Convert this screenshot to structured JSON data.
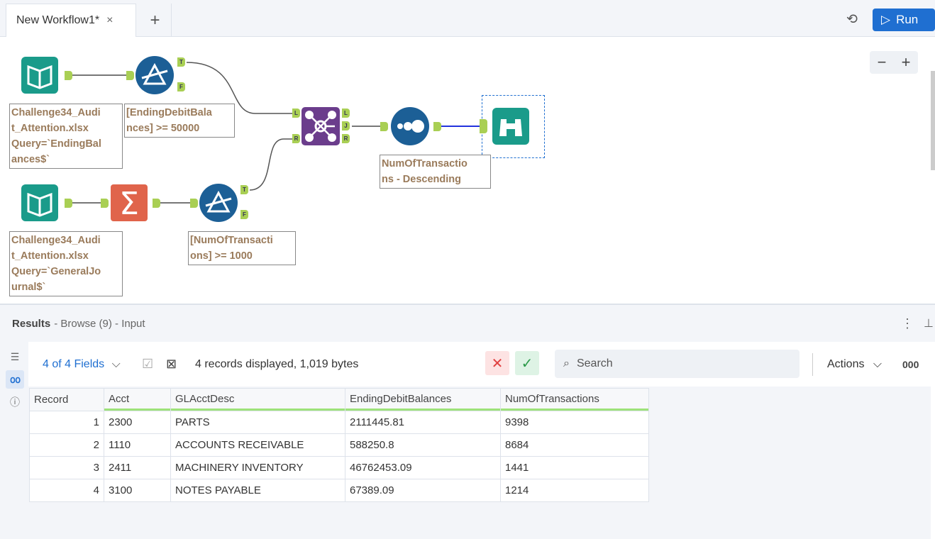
{
  "tabs": {
    "active": "New Workflow1*",
    "close": "×",
    "add": "+"
  },
  "header": {
    "run_label": "Run",
    "history_icon": "history-icon"
  },
  "canvas": {
    "zoom_out": "−",
    "zoom_in": "+",
    "annotations": {
      "input1": "Challenge34_Audi\nt_Attention.xlsx\nQuery=`EndingBal\nances$`",
      "filter1": "[EndingDebitBala\nnces] >= 50000",
      "input2": "Challenge34_Audi\nt_Attention.xlsx\nQuery=`GeneralJo\nurnal$`",
      "filter2": "[NumOfTransacti\nons] >= 1000",
      "sort": "NumOfTransactio\nns - Descending"
    },
    "anchors": {
      "t": "T",
      "f": "F",
      "l": "L",
      "j": "J",
      "r": "R"
    },
    "colors": {
      "input": "#1a9b8a",
      "filter": "#1c5f96",
      "summarize": "#e0644b",
      "join": "#6b3d8c",
      "sort": "#1c5f96",
      "browse": "#1a9b8a",
      "anchor": "#a9cf54"
    }
  },
  "results": {
    "title": "Results",
    "subtitle": "- Browse (9) - Input",
    "fields_label": "4 of 4 Fields",
    "summary": "4 records displayed, 1,019 bytes",
    "search_placeholder": "Search",
    "actions_label": "Actions",
    "more": "000",
    "columns": [
      "Record",
      "Acct",
      "GLAcctDesc",
      "EndingDebitBalances",
      "NumOfTransactions"
    ],
    "rows": [
      [
        "1",
        "2300",
        "PARTS",
        "2111445.81",
        "9398"
      ],
      [
        "2",
        "1110",
        "ACCOUNTS RECEIVABLE",
        "588250.8",
        "8684"
      ],
      [
        "3",
        "2411",
        "MACHINERY INVENTORY",
        "46762453.09",
        "1441"
      ],
      [
        "4",
        "3100",
        "NOTES PAYABLE",
        "67389.09",
        "1214"
      ]
    ]
  }
}
